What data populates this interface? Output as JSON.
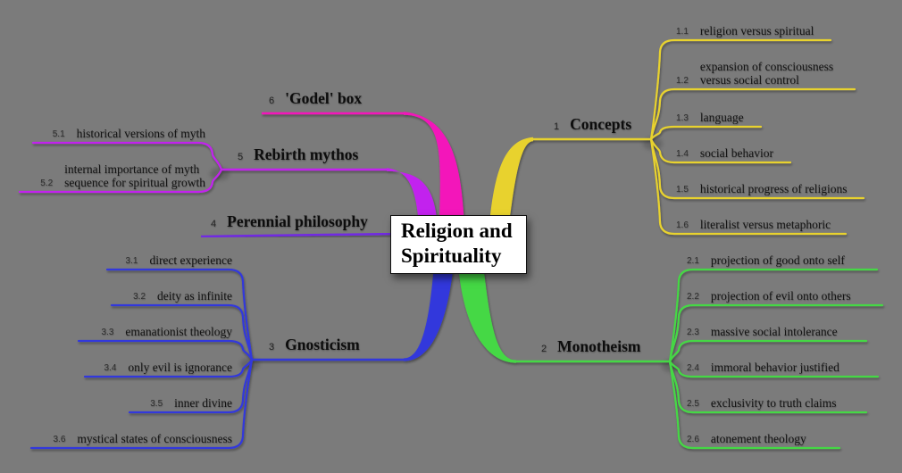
{
  "canvas_background": "#7b7b7b",
  "center": {
    "line1": "Religion and",
    "line2": "Spirituality",
    "bg_color": "#ffffff",
    "border_color": "#101010"
  },
  "branches": [
    {
      "id": "concepts",
      "number": "1",
      "label": "Concepts",
      "color": "#e8d22f",
      "items": [
        {
          "number": "1.1",
          "lines": [
            "religion versus spiritual"
          ]
        },
        {
          "number": "1.2",
          "lines": [
            "expansion of consciousness",
            "versus social control"
          ]
        },
        {
          "number": "1.3",
          "lines": [
            "language"
          ]
        },
        {
          "number": "1.4",
          "lines": [
            "social behavior"
          ]
        },
        {
          "number": "1.5",
          "lines": [
            "historical progress of religions"
          ]
        },
        {
          "number": "1.6",
          "lines": [
            "literalist versus metaphoric"
          ]
        }
      ]
    },
    {
      "id": "monotheism",
      "number": "2",
      "label": "Monotheism",
      "color": "#45d845",
      "items": [
        {
          "number": "2.1",
          "lines": [
            "projection of good onto self"
          ]
        },
        {
          "number": "2.2",
          "lines": [
            "projection of evil onto others"
          ]
        },
        {
          "number": "2.3",
          "lines": [
            "massive social intolerance"
          ]
        },
        {
          "number": "2.4",
          "lines": [
            "immoral behavior justified"
          ]
        },
        {
          "number": "2.5",
          "lines": [
            "exclusivity to truth claims"
          ]
        },
        {
          "number": "2.6",
          "lines": [
            "atonement theology"
          ]
        }
      ]
    },
    {
      "id": "gnosticism",
      "number": "3",
      "label": "Gnosticism",
      "color": "#3138dc",
      "items": [
        {
          "number": "3.1",
          "lines": [
            "direct experience"
          ]
        },
        {
          "number": "3.2",
          "lines": [
            "deity as infinite"
          ]
        },
        {
          "number": "3.3",
          "lines": [
            "emanationist theology"
          ]
        },
        {
          "number": "3.4",
          "lines": [
            "only evil is ignorance"
          ]
        },
        {
          "number": "3.5",
          "lines": [
            "inner divine"
          ]
        },
        {
          "number": "3.6",
          "lines": [
            "mystical states of consciousness"
          ]
        }
      ]
    },
    {
      "id": "perennial",
      "number": "4",
      "label": "Perennial philosophy",
      "color": "#7129e3",
      "items": []
    },
    {
      "id": "rebirth",
      "number": "5",
      "label": "Rebirth mythos",
      "color": "#c224ee",
      "items": [
        {
          "number": "5.1",
          "lines": [
            "historical versions of myth"
          ]
        },
        {
          "number": "5.2",
          "lines": [
            "internal importance of myth",
            "sequence for spiritual growth"
          ]
        }
      ]
    },
    {
      "id": "godel",
      "number": "6",
      "label": "'Godel' box",
      "color": "#f312ba",
      "items": []
    }
  ]
}
